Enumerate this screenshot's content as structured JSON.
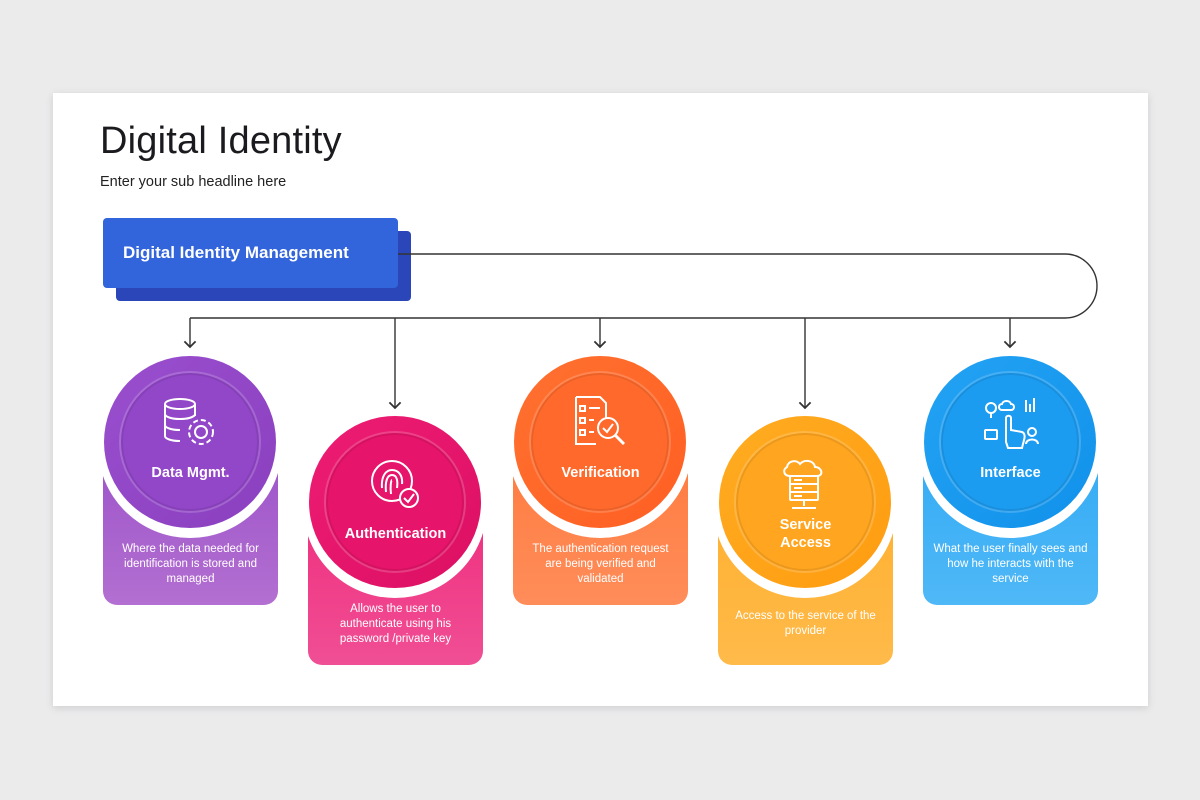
{
  "slide": {
    "title": "Digital Identity",
    "subtitle": "Enter your sub headline here"
  },
  "root": {
    "label": "Digital Identity Management",
    "color": "#3264dc",
    "shadow_color": "#2a46b8"
  },
  "nodes": [
    {
      "label": "Data Mgmt.",
      "description": "Where the data needed for identification is stored and managed",
      "icon": "database-gear-icon",
      "color_top": "#8e44c6",
      "color_bottom": "#b06ad0"
    },
    {
      "label": "Authentication",
      "description": "Allows the user to authenticate using his password /private key",
      "icon": "fingerprint-check-icon",
      "color_top": "#e8186f",
      "color_bottom": "#f04d92"
    },
    {
      "label": "Verification",
      "description": "The authentication request are being verified and validated",
      "icon": "document-magnifier-icon",
      "color_top": "#ff6a2c",
      "color_bottom": "#ff8a55"
    },
    {
      "label": "Service Access",
      "description": "Access to the service of the provider",
      "icon": "cloud-server-icon",
      "color_top": "#ffa51f",
      "color_bottom": "#ffb84a"
    },
    {
      "label": "Interface",
      "description": "What the user finally sees and how he interacts with the service",
      "icon": "touch-interface-icon",
      "color_top": "#1c9cf0",
      "color_bottom": "#4cb6f6"
    }
  ]
}
